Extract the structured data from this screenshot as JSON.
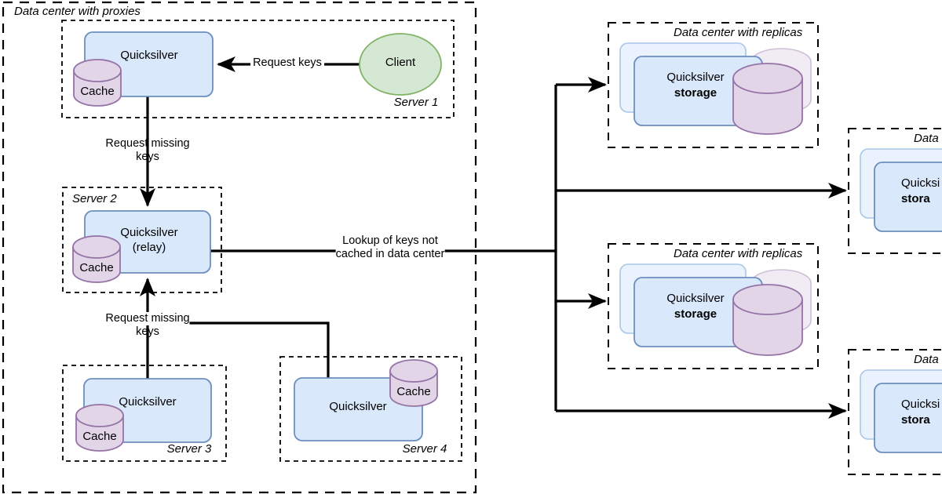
{
  "diagram": {
    "title_proxy_dc": "Data center with proxies",
    "colors": {
      "node_fill": "#dae8fc",
      "node_stroke": "#6c8ebf",
      "cache_fill": "#e1d5e7",
      "cache_stroke": "#9673a6",
      "client_fill": "#d5e8d4",
      "client_stroke": "#82b366",
      "edge": "#000000",
      "group_stroke": "#000000",
      "background": "#ffffff"
    },
    "proxy_data_center": {
      "label": "Data center with proxies",
      "servers": [
        {
          "name": "Server 1",
          "node_label": "Quicksilver",
          "cache_label": "Cache",
          "client_label": "Client"
        },
        {
          "name": "Server 2",
          "node_label_line1": "Quicksilver",
          "node_label_line2": "(relay)",
          "cache_label": "Cache"
        },
        {
          "name": "Server 3",
          "node_label": "Quicksilver",
          "cache_label": "Cache"
        },
        {
          "name": "Server 4",
          "node_label": "Quicksilver",
          "cache_label": "Cache"
        }
      ]
    },
    "replica_data_centers": [
      {
        "label": "Data center with replicas",
        "node_label_line1": "Quicksilver",
        "node_label_line2": "storage",
        "clipped": false
      },
      {
        "label": "Data center with replicas",
        "node_label_line1": "Quicksilver",
        "node_label_line2": "storage",
        "clipped": false
      },
      {
        "label": "Data",
        "node_label_line1": "Quicksi",
        "node_label_line2": "stora",
        "clipped": true
      },
      {
        "label": "Data",
        "node_label_line1": "Quicksi",
        "node_label_line2": "stora",
        "clipped": true
      }
    ],
    "edges": [
      {
        "id": "client-to-qs1",
        "label": "Request keys",
        "from": "Client",
        "to": "Server 1 Quicksilver",
        "arrow": true
      },
      {
        "id": "qs1-to-qs2",
        "label_line1": "Request missing",
        "label_line2": "keys",
        "from": "Server 1 Quicksilver",
        "to": "Server 2 Quicksilver",
        "arrow": true
      },
      {
        "id": "qs3-qs4-to-qs2",
        "label_line1": "Request missing",
        "label_line2": "keys",
        "from": "Server 3 / Server 4 Quicksilver",
        "to": "Server 2 Quicksilver",
        "arrow": true
      },
      {
        "id": "qs2-to-replicas",
        "label_line1": "Lookup of keys not",
        "label_line2": "cached in data center",
        "from": "Server 2 Quicksilver (relay)",
        "to": "Replica data centers",
        "arrow": true
      }
    ]
  }
}
